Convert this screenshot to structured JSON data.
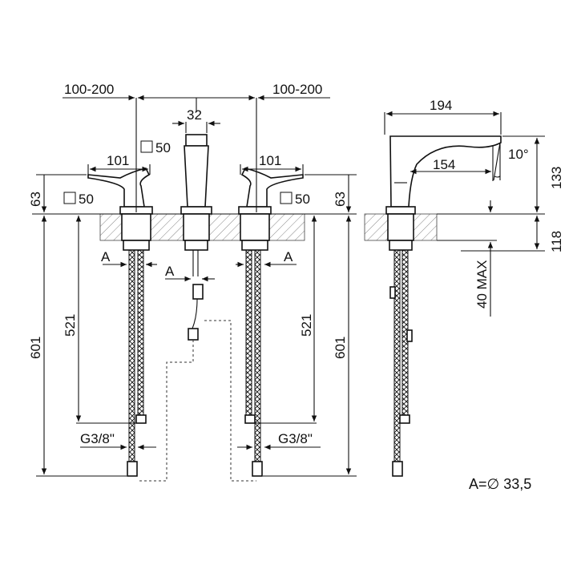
{
  "dims": {
    "left_spacing": "100-200",
    "right_spacing": "100-200",
    "spout_width": "32",
    "spout_square": "50",
    "left_handle_width": "101",
    "right_handle_width": "101",
    "left_square": "50",
    "right_square": "50",
    "left_height_above": "63",
    "right_height_above": "63",
    "left_total": "601",
    "right_total": "601",
    "left_hose": "521",
    "right_hose": "521",
    "left_thread": "G3/8\"",
    "right_thread": "G3/8\"",
    "label_a1": "A",
    "label_a2": "A",
    "label_a3": "A",
    "side_length": "194",
    "side_reach": "154",
    "side_angle": "10°",
    "side_height": "133",
    "side_below": "118",
    "side_max": "40 MAX"
  },
  "note": {
    "diameter": "A=∅ 33,5"
  }
}
